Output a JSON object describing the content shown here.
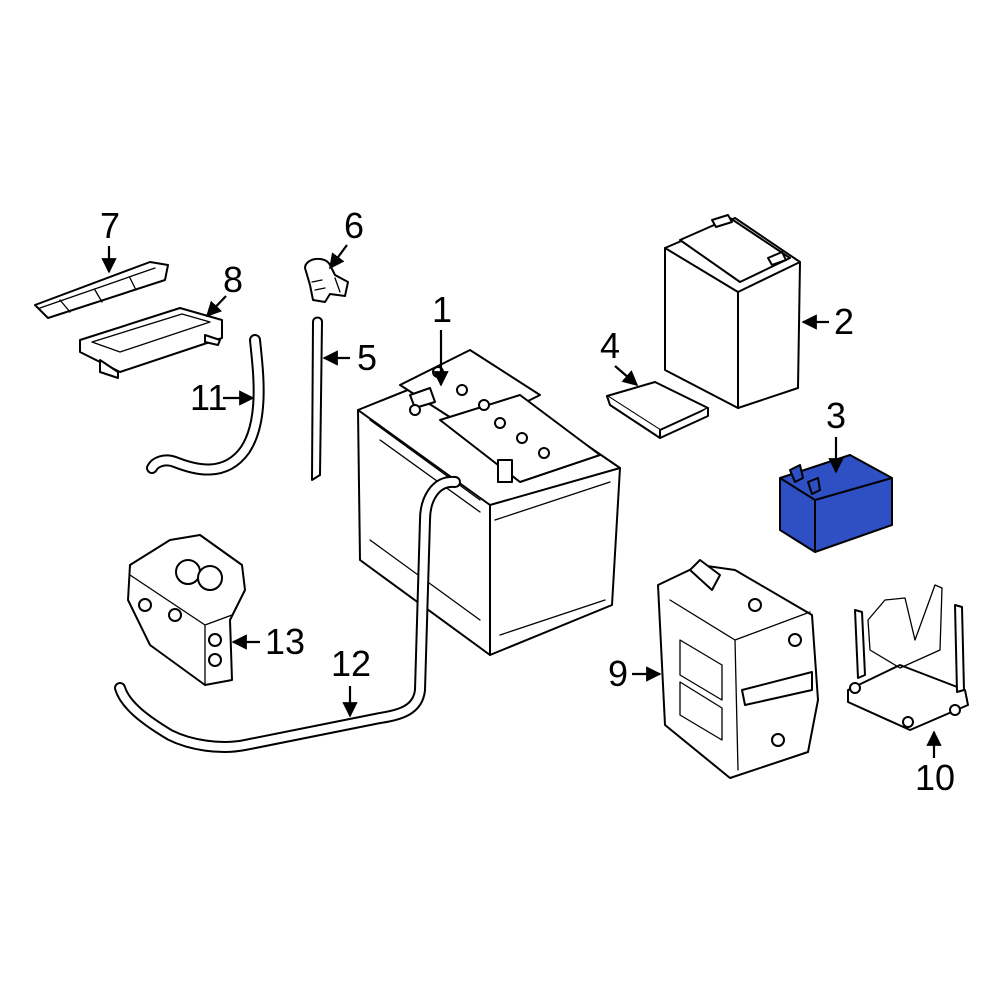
{
  "diagram": {
    "highlight_color": "#2f4fc4",
    "highlighted_part": "3",
    "callouts": [
      {
        "id": "c1",
        "label": "1"
      },
      {
        "id": "c2",
        "label": "2"
      },
      {
        "id": "c3",
        "label": "3"
      },
      {
        "id": "c4",
        "label": "4"
      },
      {
        "id": "c5",
        "label": "5"
      },
      {
        "id": "c6",
        "label": "6"
      },
      {
        "id": "c7",
        "label": "7"
      },
      {
        "id": "c8",
        "label": "8"
      },
      {
        "id": "c9",
        "label": "9"
      },
      {
        "id": "c10",
        "label": "10"
      },
      {
        "id": "c11",
        "label": "11"
      },
      {
        "id": "c12",
        "label": "12"
      },
      {
        "id": "c13",
        "label": "13"
      }
    ]
  }
}
